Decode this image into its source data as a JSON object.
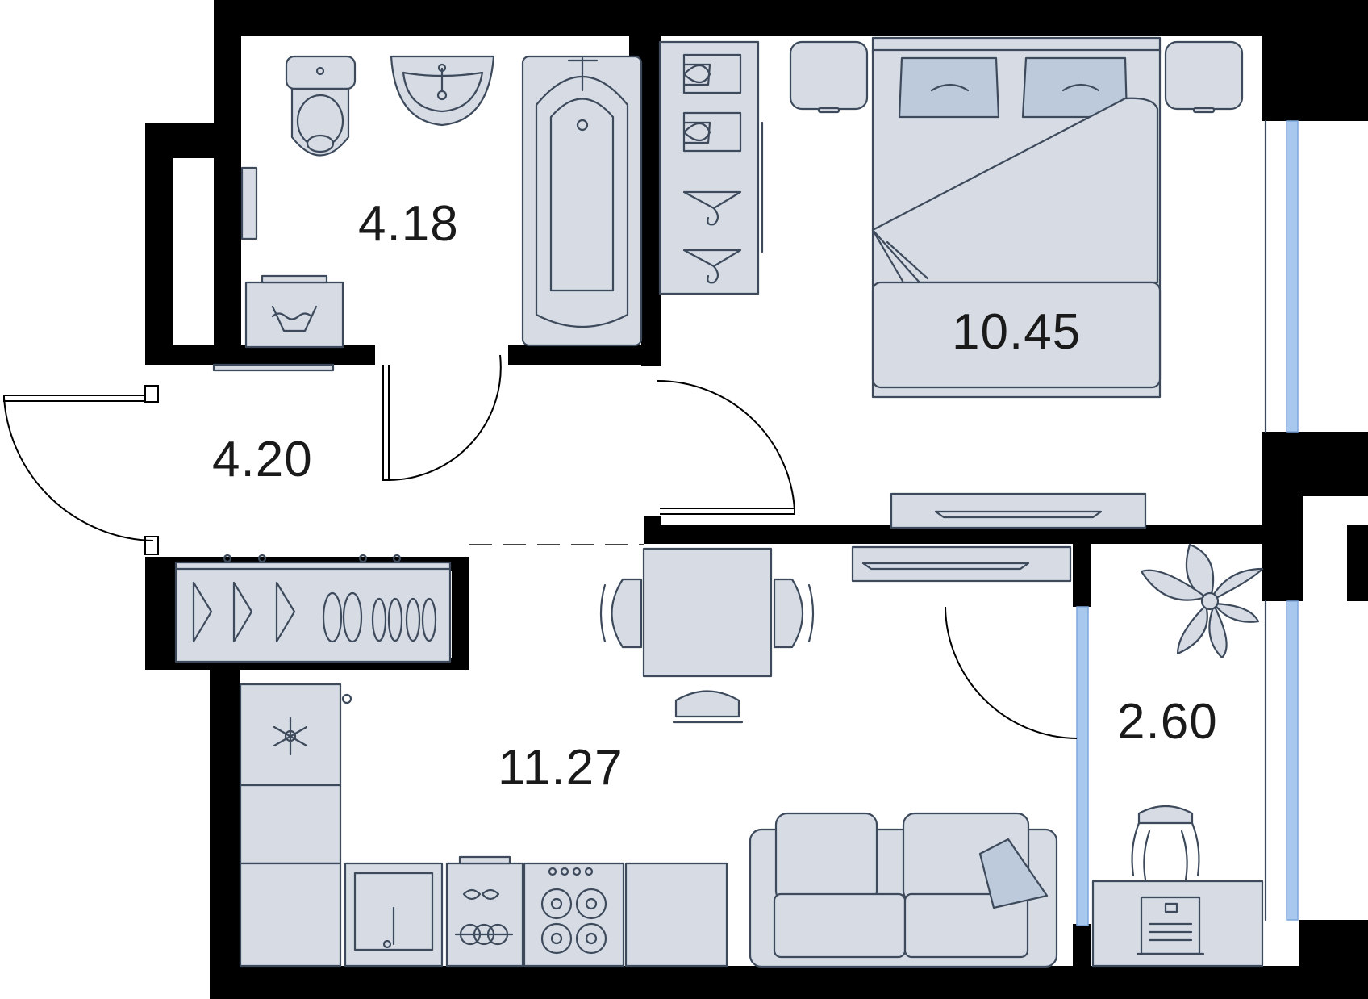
{
  "rooms": [
    {
      "id": "bathroom",
      "area": "4.18"
    },
    {
      "id": "bedroom",
      "area": "10.45"
    },
    {
      "id": "hallway",
      "area": "4.20"
    },
    {
      "id": "living-kitchen",
      "area": "11.27"
    },
    {
      "id": "balcony",
      "area": "2.60"
    }
  ],
  "colors": {
    "wall": "#000000",
    "furniture_fill": "#d6dbe4",
    "furniture_stroke": "#3d4a5c",
    "glass": "#a9c8ee"
  }
}
